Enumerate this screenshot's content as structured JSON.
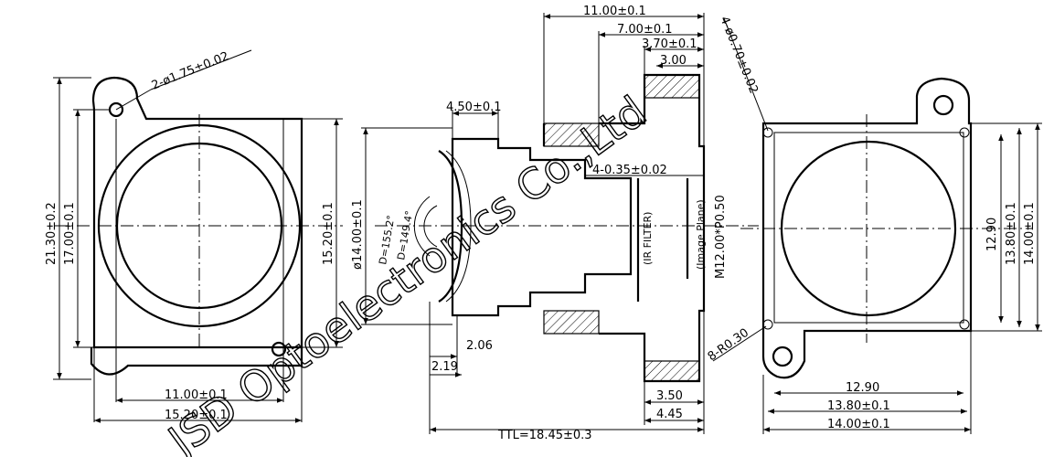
{
  "left_view": {
    "hole_callout": "2-ø1.75±0.02",
    "height_outer": "21.30±0.2",
    "height_inner": "17.00±0.1",
    "height_right": "15.20±0.1",
    "width_inner": "11.00±0.1",
    "width_outer": "15.20±0.1"
  },
  "section_view": {
    "top_overall": "11.00±0.1",
    "top_mid": "7.00±0.1",
    "top_small": "3.70±0.1",
    "top_tiny": "3.00",
    "lens_flange": "4.50±0.1",
    "diameter": "ø14.00±0.1",
    "angle_outer": "D=155.2°",
    "angle_inner": "D=149.4°",
    "thread_callout": "4-0.35±0.02",
    "ir_filter": "(IR FILTER)",
    "image_plane": "(Image Plane)",
    "thread_size": "M12.00*P0.50",
    "dim_206": "2.06",
    "dim_219": "2.19",
    "dim_350": "3.50",
    "dim_445": "4.45",
    "ttl": "TTL=18.45±0.3"
  },
  "right_view": {
    "hole_callout": "4-ø0.70±0.02",
    "radius_callout": "8-R0.30",
    "height_inner": "12.90",
    "height_mid": "13.80±0.1",
    "height_outer": "14.00±0.1",
    "width_inner": "12.90",
    "width_mid": "13.80±0.1",
    "width_outer": "14.00±0.1"
  },
  "watermark": "JSD Optoelectronics Co.,Ltd"
}
